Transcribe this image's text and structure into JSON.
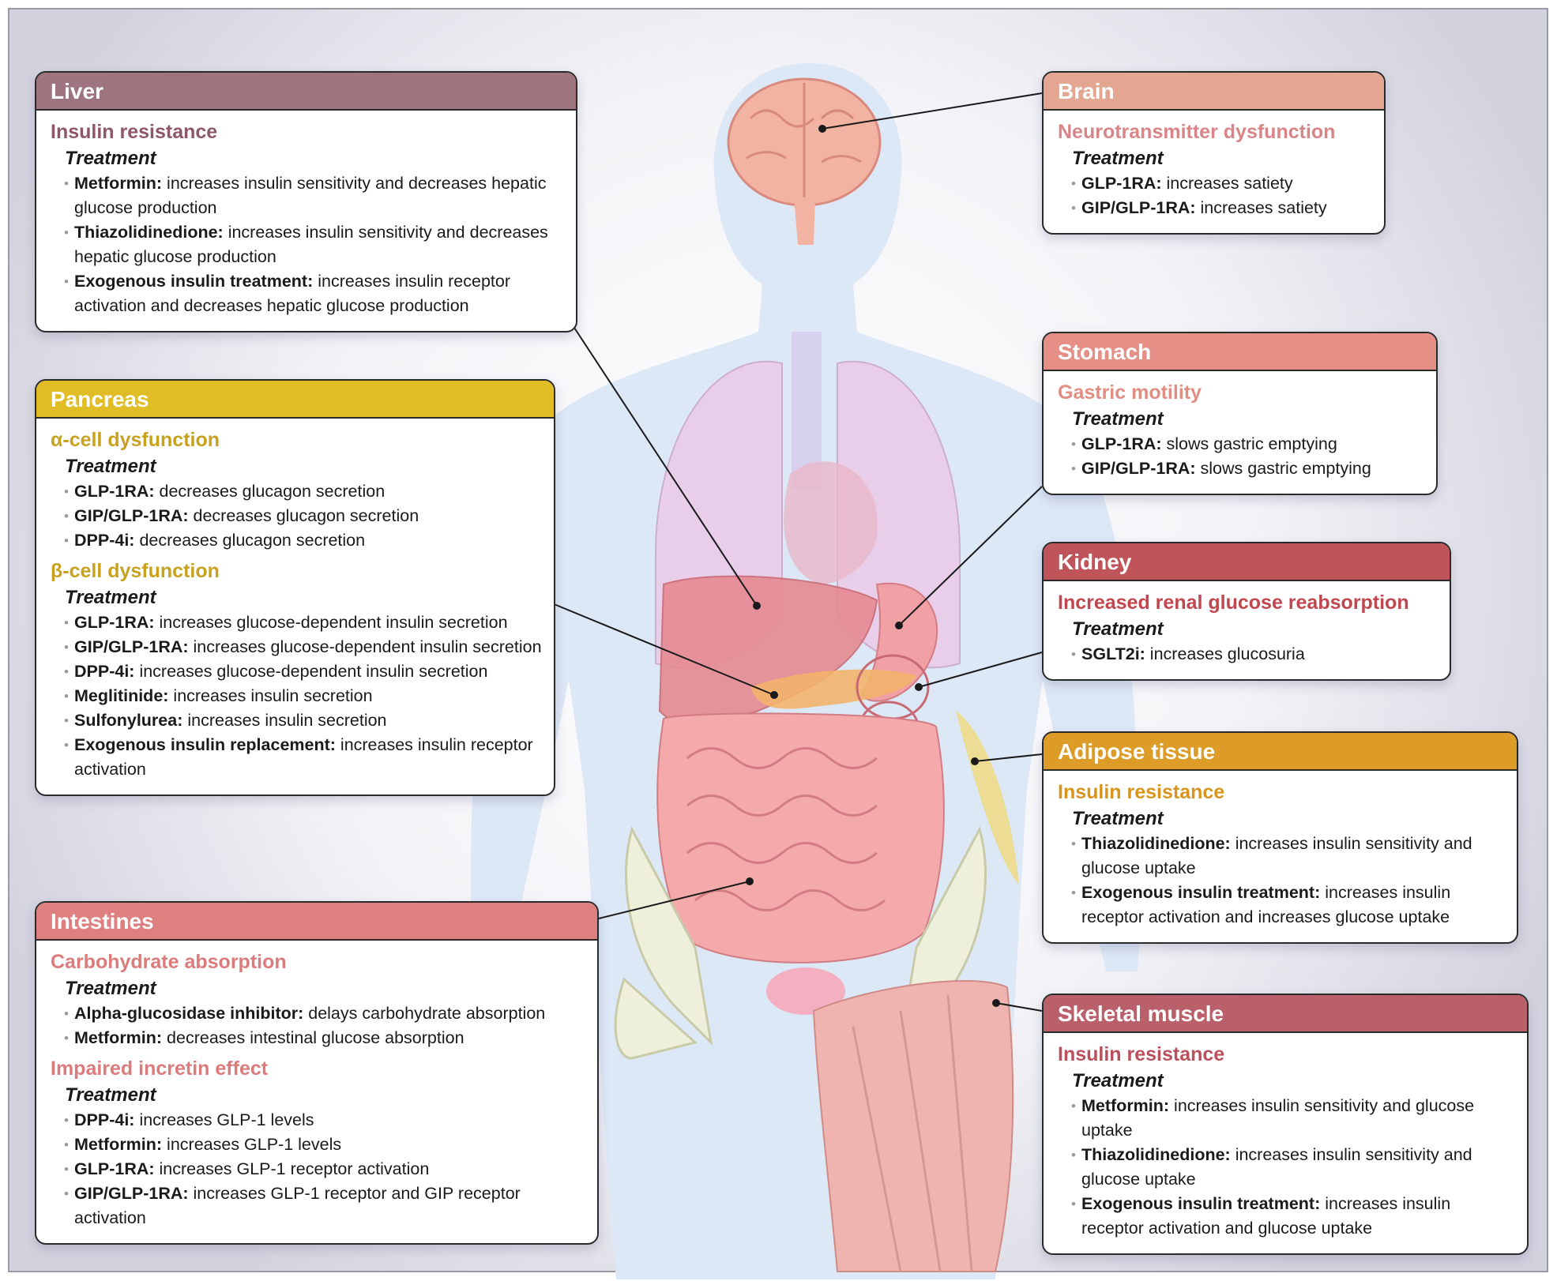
{
  "colors": {
    "liver": {
      "header": "#9e747e",
      "title": "#8e5766"
    },
    "pancreas": {
      "header": "#e0bd25",
      "title": "#c8a21e"
    },
    "intestines": {
      "header": "#de7f80",
      "title": "#dc7b7b"
    },
    "brain": {
      "header": "#e3a791",
      "title": "#d98587"
    },
    "stomach": {
      "header": "#e58f87",
      "title": "#e08d82"
    },
    "kidney": {
      "header": "#c0545b",
      "title": "#c0474f"
    },
    "adipose": {
      "header": "#dd9b27",
      "title": "#d9941d"
    },
    "muscle": {
      "header": "#ba606a",
      "title": "#b9505c"
    }
  },
  "boxes": {
    "liver": {
      "header": "Liver",
      "sections": [
        {
          "title": "Insulin resistance",
          "treatment": "Treatment",
          "items": [
            {
              "drug": "Metformin:",
              "effect": " increases insulin sensitivity and decreases hepatic glucose production"
            },
            {
              "drug": "Thiazolidinedione:",
              "effect": " increases insulin sensitivity and decreases hepatic glucose production"
            },
            {
              "drug": "Exogenous insulin treatment:",
              "effect": " increases insulin receptor activation and decreases hepatic glucose production"
            }
          ]
        }
      ]
    },
    "pancreas": {
      "header": "Pancreas",
      "sections": [
        {
          "title": "α-cell dysfunction",
          "treatment": "Treatment",
          "items": [
            {
              "drug": "GLP-1RA:",
              "effect": " decreases glucagon secretion"
            },
            {
              "drug": "GIP/GLP-1RA:",
              "effect": " decreases glucagon secretion"
            },
            {
              "drug": "DPP-4i:",
              "effect": " decreases glucagon secretion"
            }
          ]
        },
        {
          "title": "β-cell dysfunction",
          "treatment": "Treatment",
          "items": [
            {
              "drug": "GLP-1RA:",
              "effect": " increases glucose-dependent insulin secretion"
            },
            {
              "drug": "GIP/GLP-1RA:",
              "effect": " increases glucose-dependent insulin secretion"
            },
            {
              "drug": "DPP-4i:",
              "effect": " increases glucose-dependent insulin secretion"
            },
            {
              "drug": "Meglitinide:",
              "effect": " increases insulin secretion"
            },
            {
              "drug": "Sulfonylurea:",
              "effect": " increases insulin secretion"
            },
            {
              "drug": "Exogenous insulin replacement:",
              "effect": " increases insulin receptor activation"
            }
          ]
        }
      ]
    },
    "intestines": {
      "header": "Intestines",
      "sections": [
        {
          "title": "Carbohydrate absorption",
          "treatment": "Treatment",
          "items": [
            {
              "drug": "Alpha-glucosidase inhibitor:",
              "effect": " delays carbohydrate absorption"
            },
            {
              "drug": "Metformin:",
              "effect": " decreases intestinal glucose absorption"
            }
          ]
        },
        {
          "title": "Impaired incretin effect",
          "treatment": "Treatment",
          "items": [
            {
              "drug": "DPP-4i:",
              "effect": " increases GLP-1 levels"
            },
            {
              "drug": "Metformin:",
              "effect": " increases GLP-1 levels"
            },
            {
              "drug": "GLP-1RA:",
              "effect": " increases GLP-1 receptor activation"
            },
            {
              "drug": "GIP/GLP-1RA:",
              "effect": " increases GLP-1 receptor and GIP receptor activation"
            }
          ]
        }
      ]
    },
    "brain": {
      "header": "Brain",
      "sections": [
        {
          "title": "Neurotransmitter dysfunction",
          "treatment": "Treatment",
          "items": [
            {
              "drug": "GLP-1RA:",
              "effect": " increases satiety"
            },
            {
              "drug": "GIP/GLP-1RA:",
              "effect": " increases satiety"
            }
          ]
        }
      ]
    },
    "stomach": {
      "header": "Stomach",
      "sections": [
        {
          "title": "Gastric motility",
          "treatment": "Treatment",
          "items": [
            {
              "drug": "GLP-1RA:",
              "effect": " slows gastric emptying"
            },
            {
              "drug": "GIP/GLP-1RA:",
              "effect": " slows gastric emptying"
            }
          ]
        }
      ]
    },
    "kidney": {
      "header": "Kidney",
      "sections": [
        {
          "title": "Increased renal glucose reabsorption",
          "treatment": "Treatment",
          "items": [
            {
              "drug": "SGLT2i:",
              "effect": " increases glucosuria"
            }
          ]
        }
      ]
    },
    "adipose": {
      "header": "Adipose tissue",
      "sections": [
        {
          "title": "Insulin resistance",
          "treatment": "Treatment",
          "items": [
            {
              "drug": "Thiazolidinedione:",
              "effect": " increases insulin sensitivity and glucose uptake"
            },
            {
              "drug": "Exogenous insulin treatment:",
              "effect": " increases insulin receptor activation and increases glucose uptake"
            }
          ]
        }
      ]
    },
    "muscle": {
      "header": "Skeletal muscle",
      "sections": [
        {
          "title": "Insulin resistance",
          "treatment": "Treatment",
          "items": [
            {
              "drug": "Metformin:",
              "effect": " increases insulin sensitivity and glucose uptake"
            },
            {
              "drug": "Thiazolidinedione:",
              "effect": " increases insulin sensitivity and glucose uptake"
            },
            {
              "drug": "Exogenous insulin treatment:",
              "effect": " increases insulin receptor activation and glucose uptake"
            }
          ]
        }
      ]
    }
  }
}
